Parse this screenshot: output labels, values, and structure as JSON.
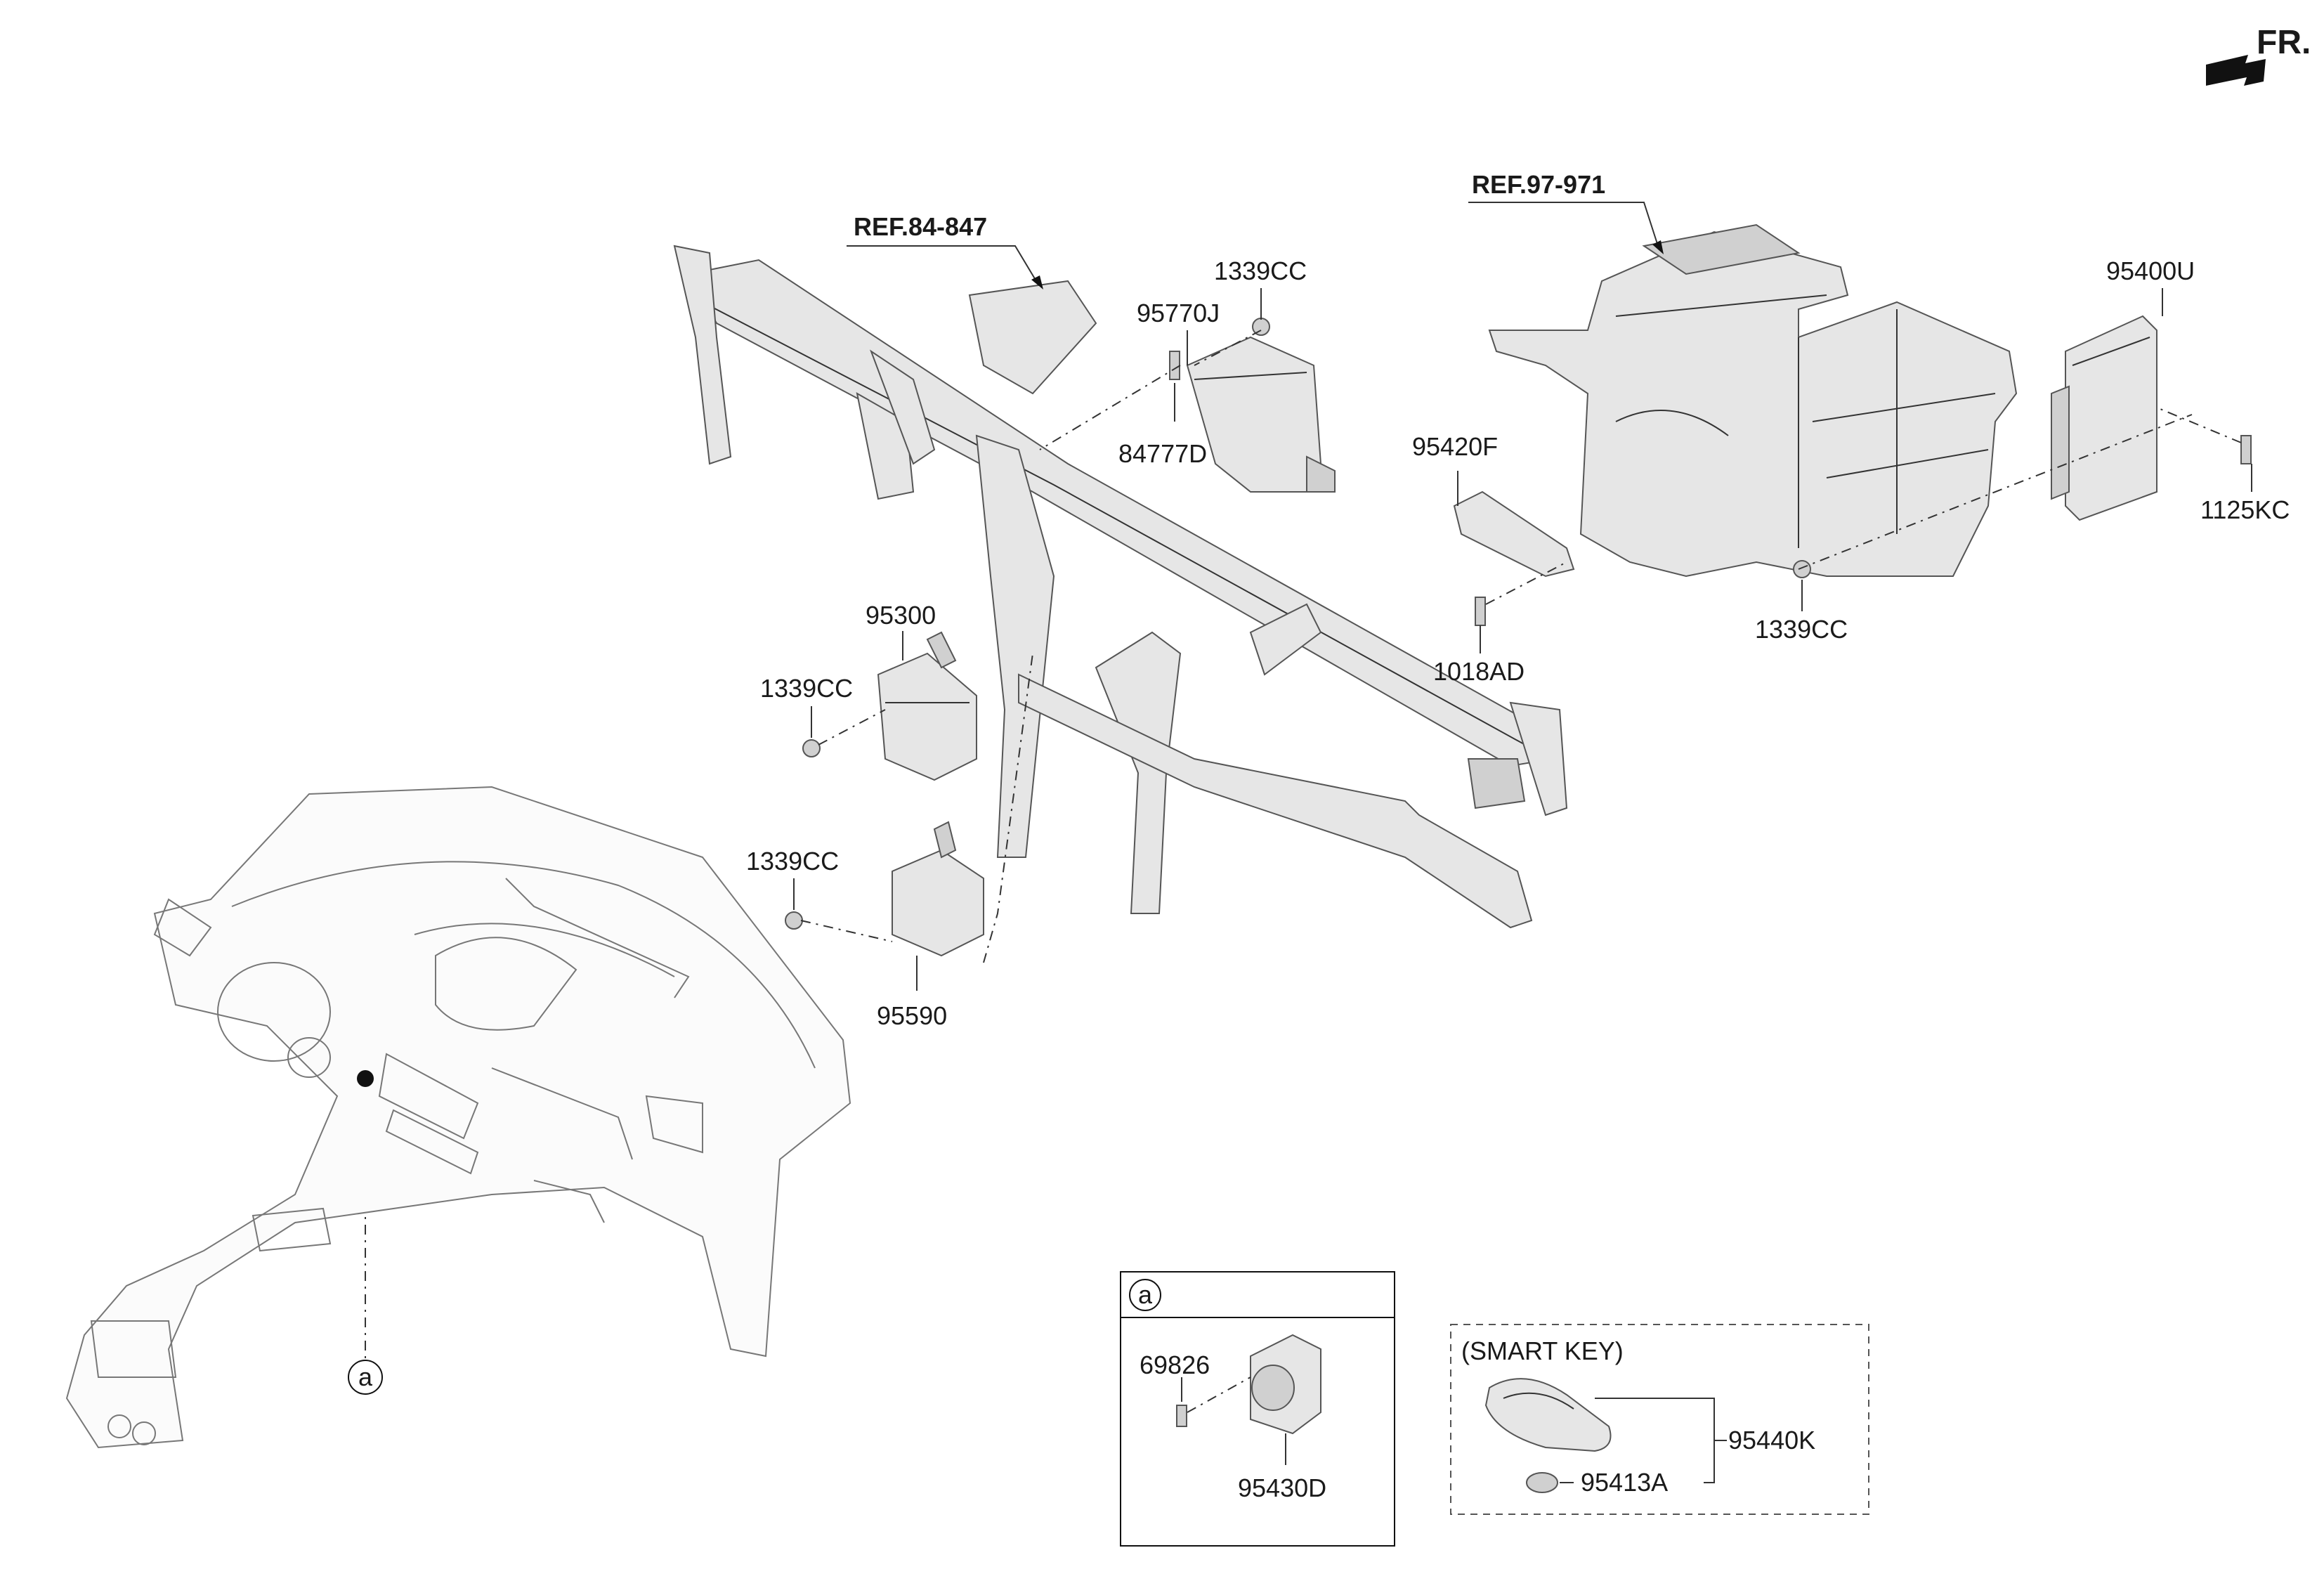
{
  "header": {
    "direction_label": "FR."
  },
  "refs": {
    "ref_84": "REF.84-847",
    "ref_97": "REF.97-971"
  },
  "parts": {
    "p95770J": "95770J",
    "p1339CC_top": "1339CC",
    "p84777D": "84777D",
    "p95420F": "95420F",
    "p95400U": "95400U",
    "p1125KC": "1125KC",
    "p1339CC_right": "1339CC",
    "p1018AD": "1018AD",
    "p95300": "95300",
    "p1339CC_mid": "1339CC",
    "p1339CC_low": "1339CC",
    "p95590": "95590"
  },
  "detail_a": {
    "marker": "a",
    "p69826": "69826",
    "p95430D": "95430D"
  },
  "callout_a": "a",
  "smart_key": {
    "title": "(SMART KEY)",
    "p95440K": "95440K",
    "p95413A": "95413A"
  },
  "colors": {
    "part_fill": "#e6e6e6",
    "part_stroke": "#555555",
    "line": "#333333"
  }
}
